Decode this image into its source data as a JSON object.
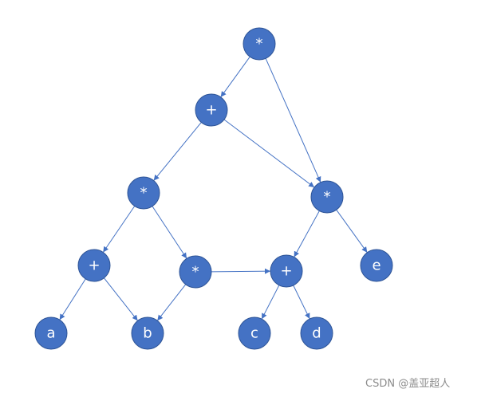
{
  "diagram": {
    "nodes": [
      {
        "id": "n1",
        "label": "*"
      },
      {
        "id": "n2",
        "label": "+"
      },
      {
        "id": "n3",
        "label": "*"
      },
      {
        "id": "n4",
        "label": "*"
      },
      {
        "id": "n5",
        "label": "+"
      },
      {
        "id": "n6",
        "label": "*"
      },
      {
        "id": "n7",
        "label": "+"
      },
      {
        "id": "n8",
        "label": "e"
      },
      {
        "id": "n9",
        "label": "a"
      },
      {
        "id": "n10",
        "label": "b"
      },
      {
        "id": "n11",
        "label": "c"
      },
      {
        "id": "n12",
        "label": "d"
      }
    ],
    "edges": [
      [
        "n1",
        "n2"
      ],
      [
        "n1",
        "n4"
      ],
      [
        "n2",
        "n3"
      ],
      [
        "n2",
        "n4"
      ],
      [
        "n3",
        "n5"
      ],
      [
        "n3",
        "n6"
      ],
      [
        "n4",
        "n7"
      ],
      [
        "n4",
        "n8"
      ],
      [
        "n5",
        "n9"
      ],
      [
        "n5",
        "n10"
      ],
      [
        "n6",
        "n10"
      ],
      [
        "n6",
        "n7"
      ],
      [
        "n7",
        "n11"
      ],
      [
        "n7",
        "n12"
      ]
    ],
    "colors": {
      "node_fill": "#4472C4",
      "node_stroke": "#2F5597",
      "edge": "#4472C4",
      "label": "#ffffff"
    }
  },
  "watermark": "CSDN @盖亚超人"
}
